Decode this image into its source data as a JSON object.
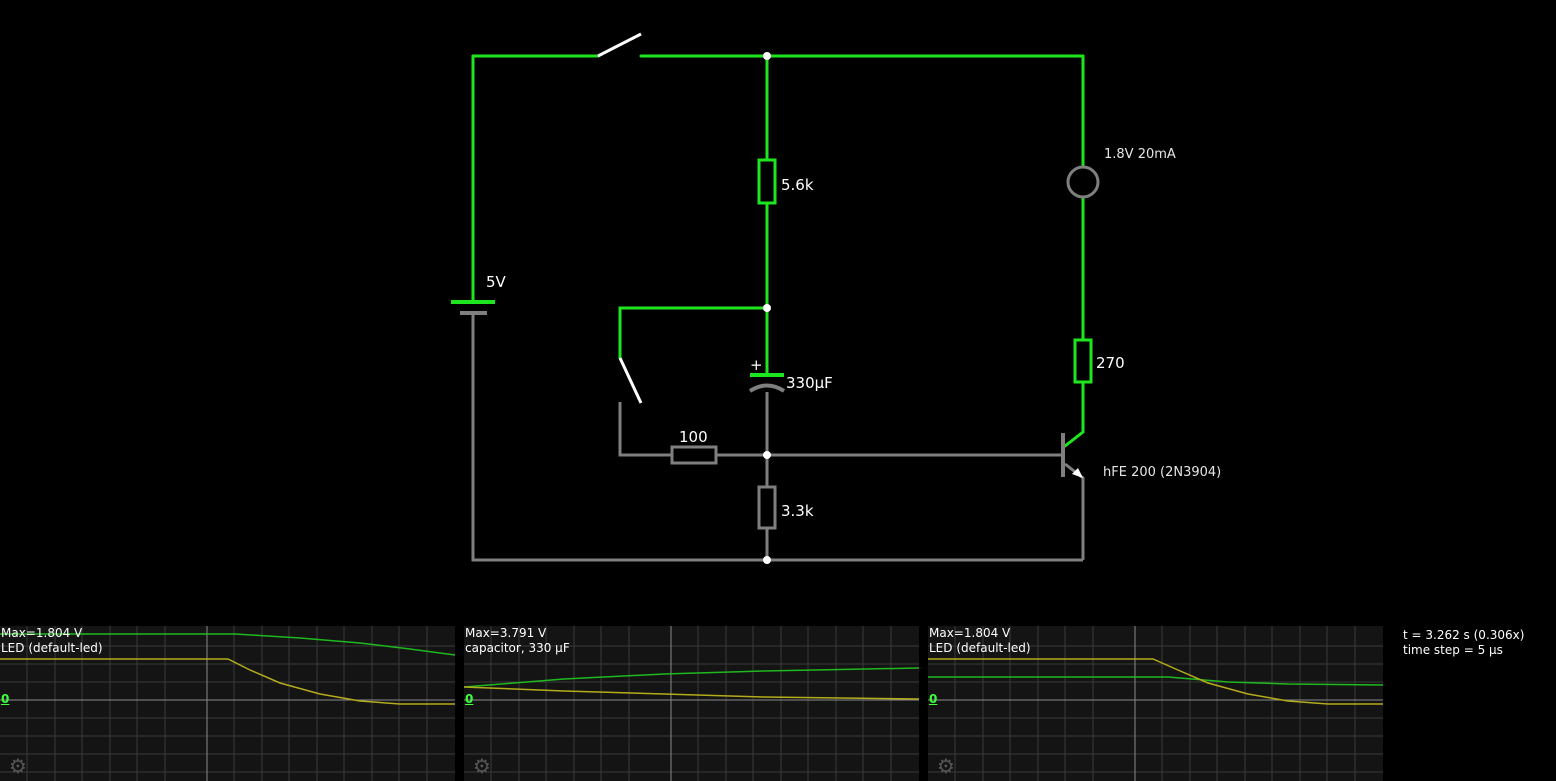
{
  "components": {
    "battery_label": "5V",
    "resistor_top_label": "5.6k",
    "capacitor_label": "330µF",
    "capacitor_polarity": "+",
    "resistor_base_label": "100",
    "resistor_bottom_label": "3.3k",
    "led_label": "1.8V 20mA",
    "resistor_led_label": "270",
    "transistor_label": "hFE 200 (2N3904)"
  },
  "scopes": [
    {
      "max": "Max=1.804 V",
      "name": "LED (default-led)",
      "zero": "0"
    },
    {
      "max": "Max=3.791 V",
      "name": "capacitor, 330 µF",
      "zero": "0"
    },
    {
      "max": "Max=1.804 V",
      "name": "LED (default-led)",
      "zero": "0"
    }
  ],
  "info": {
    "time": "t = 3.262 s (0.306x)",
    "time_step": "time step = 5 µs"
  },
  "colors": {
    "background": "#000000",
    "wire_active": "#1ee61e",
    "wire_inactive": "#7f7f7f",
    "switch": "#ffffff",
    "scope_bg": "#141414",
    "scope_grid": "#3c3c3c",
    "trace_voltage": "#1fb81f",
    "trace_current": "#b4ac1c"
  },
  "icons": {
    "scope_settings": "gear-icon"
  }
}
